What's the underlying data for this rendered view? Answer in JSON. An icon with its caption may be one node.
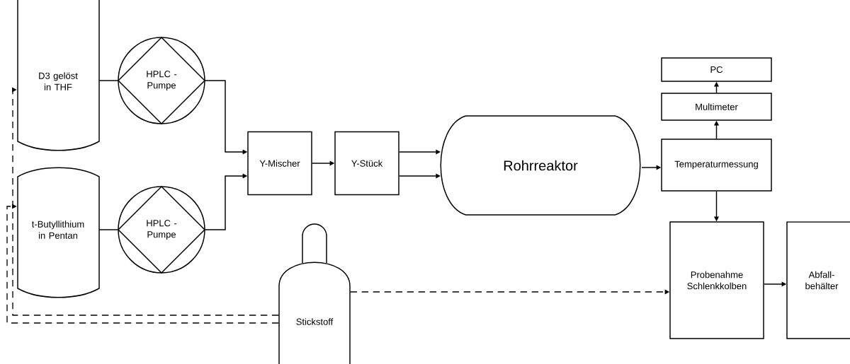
{
  "diagram": {
    "nodes": [
      {
        "text": [
          "D3 gelöst in THF"
        ]
      },
      {
        "text": [
          "HPLC - Pumpe"
        ]
      },
      {
        "text": [
          "t-Butyllithium in Pentan"
        ]
      },
      {
        "text": [
          "HPLC - Pumpe"
        ]
      },
      {
        "text": [
          "Y-Mischer"
        ]
      },
      {
        "text": [
          "Y-Stück"
        ]
      },
      {
        "text": [
          "Rohrreaktor"
        ]
      },
      {
        "text": [
          "PC"
        ]
      },
      {
        "text": [
          "Multimeter"
        ]
      },
      {
        "text": [
          "Temperaturmessung"
        ]
      },
      {
        "text": [
          "Probenahme Schlenkkolben"
        ]
      },
      {
        "text": [
          "Abfall-behälter"
        ]
      },
      {
        "text": [
          "Stickstoff"
        ]
      }
    ],
    "edges": [
      {
        "from": 0,
        "to": 1,
        "arrow": "none"
      },
      {
        "from": 2,
        "to": 3,
        "arrow": "none"
      },
      {
        "from": 1,
        "to": 4,
        "arrow": "to"
      },
      {
        "from": 3,
        "to": 4,
        "arrow": "to"
      },
      {
        "from": 4,
        "to": 5,
        "arrow": "to"
      },
      {
        "from": 5,
        "to": 6,
        "arrow": "to"
      },
      {
        "from": 5,
        "to": 6,
        "arrow": "to"
      },
      {
        "from": 6,
        "to": 9,
        "arrow": "to"
      },
      {
        "from": 9,
        "to": 8,
        "arrow": "to"
      },
      {
        "from": 8,
        "to": 7,
        "arrow": "to"
      },
      {
        "from": 9,
        "to": 10,
        "arrow": "to"
      },
      {
        "from": 10,
        "to": 11,
        "arrow": "to"
      },
      {
        "from": 12,
        "to": 10,
        "arrow": "to",
        "style": "dashed"
      },
      {
        "from": 12,
        "to": 0,
        "arrow": "to",
        "style": "dashed"
      },
      {
        "from": 12,
        "to": 2,
        "arrow": "to",
        "style": "dashed"
      }
    ]
  }
}
